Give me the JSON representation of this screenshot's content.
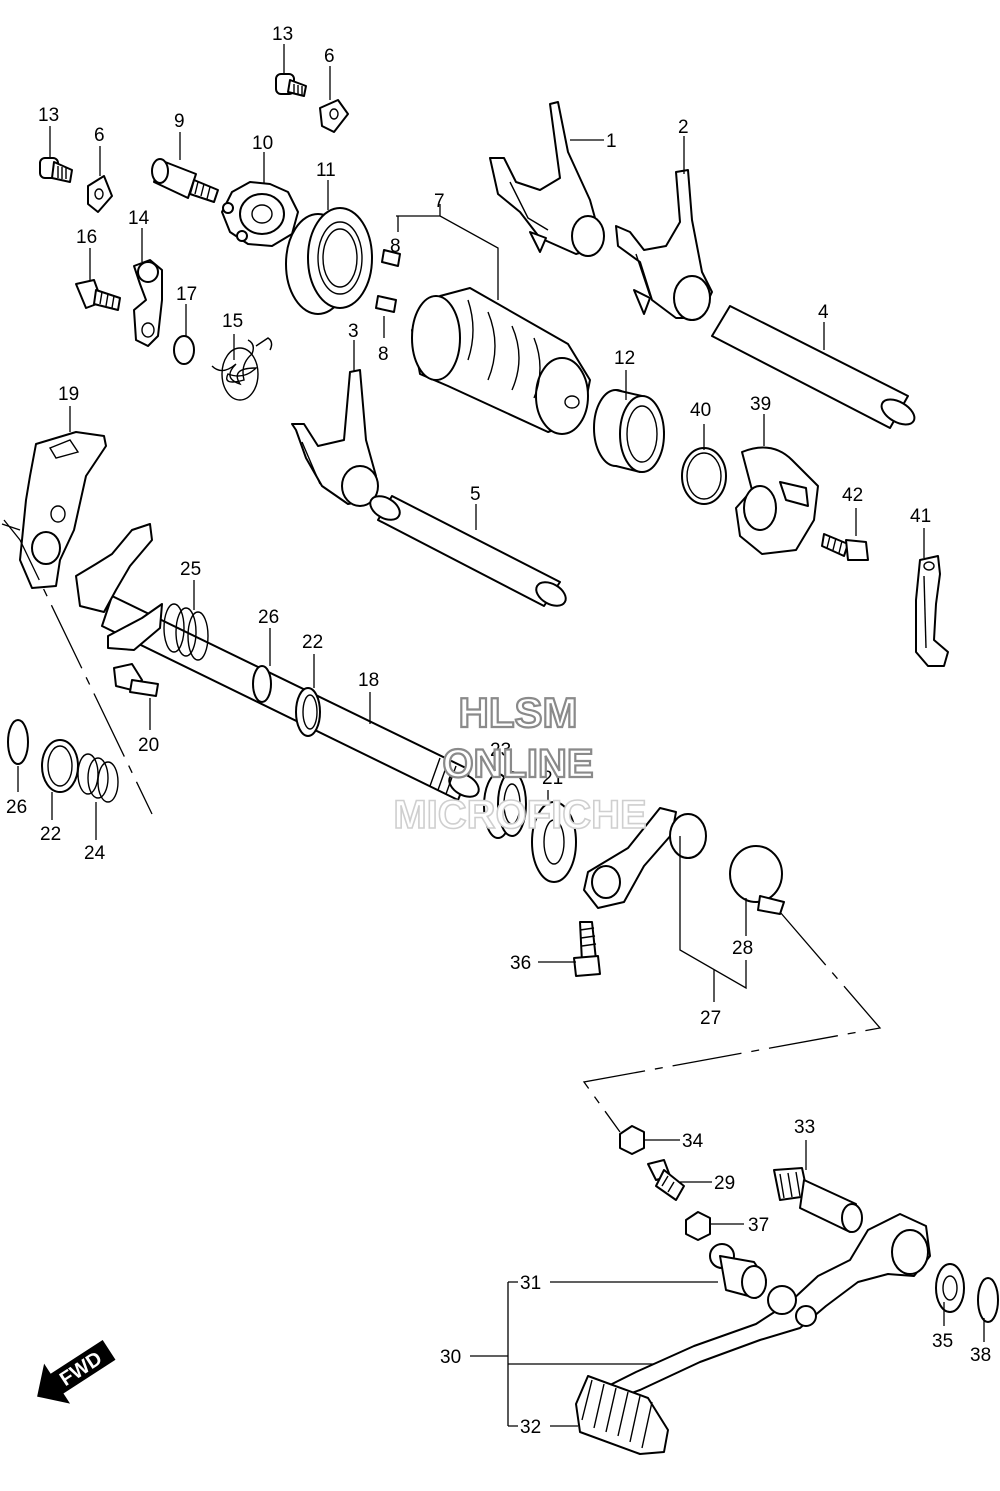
{
  "watermark": {
    "line1": "HLSM",
    "line2": "ONLINE",
    "line3": "MICROFICHE"
  },
  "fwd_badge": "FWD",
  "callouts": [
    "13",
    "6",
    "13",
    "6",
    "9",
    "10",
    "11",
    "7",
    "8",
    "8",
    "1",
    "2",
    "4",
    "16",
    "14",
    "17",
    "15",
    "3",
    "12",
    "40",
    "39",
    "42",
    "41",
    "5",
    "19",
    "25",
    "26",
    "22",
    "18",
    "20",
    "23",
    "21",
    "26",
    "22",
    "24",
    "36",
    "28",
    "27",
    "34",
    "33",
    "29",
    "37",
    "31",
    "30",
    "32",
    "35",
    "38"
  ]
}
